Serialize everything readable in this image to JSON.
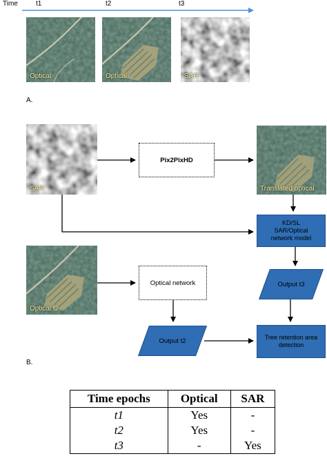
{
  "panel_a": {
    "time_label": "Time",
    "epochs": [
      "t1",
      "t2",
      "t3"
    ],
    "images": [
      {
        "tag": "Optical",
        "kind": "optical-forest"
      },
      {
        "tag": "Optical",
        "kind": "optical-clearcut"
      },
      {
        "tag": "SAR",
        "kind": "sar"
      }
    ],
    "caption": "A."
  },
  "panel_b": {
    "caption": "B.",
    "sar_image_tag": "SAR",
    "translated_image_tag": "Translated optical",
    "optical_t2_image_tag": "Optical t2",
    "pix2pix_label": "Pix2PixHD",
    "kd_label": "KD/SL\nSAR/Optical\nnetwork model",
    "optical_network_label": "Optical network",
    "output_t3_label": "Output t3",
    "output_t2_label": "Output t2",
    "detection_label": "Tree retention area\ndetection"
  },
  "table": {
    "headers": [
      "Time epochs",
      "Optical",
      "SAR"
    ],
    "rows": [
      [
        "t1",
        "Yes",
        "-"
      ],
      [
        "t2",
        "Yes",
        "-"
      ],
      [
        "t3",
        "-",
        "Yes"
      ]
    ]
  },
  "colors": {
    "timeline_arrow": "#4a90e2",
    "box_fill": "#2f6eb5",
    "image_tag": "#f7f0a0"
  }
}
